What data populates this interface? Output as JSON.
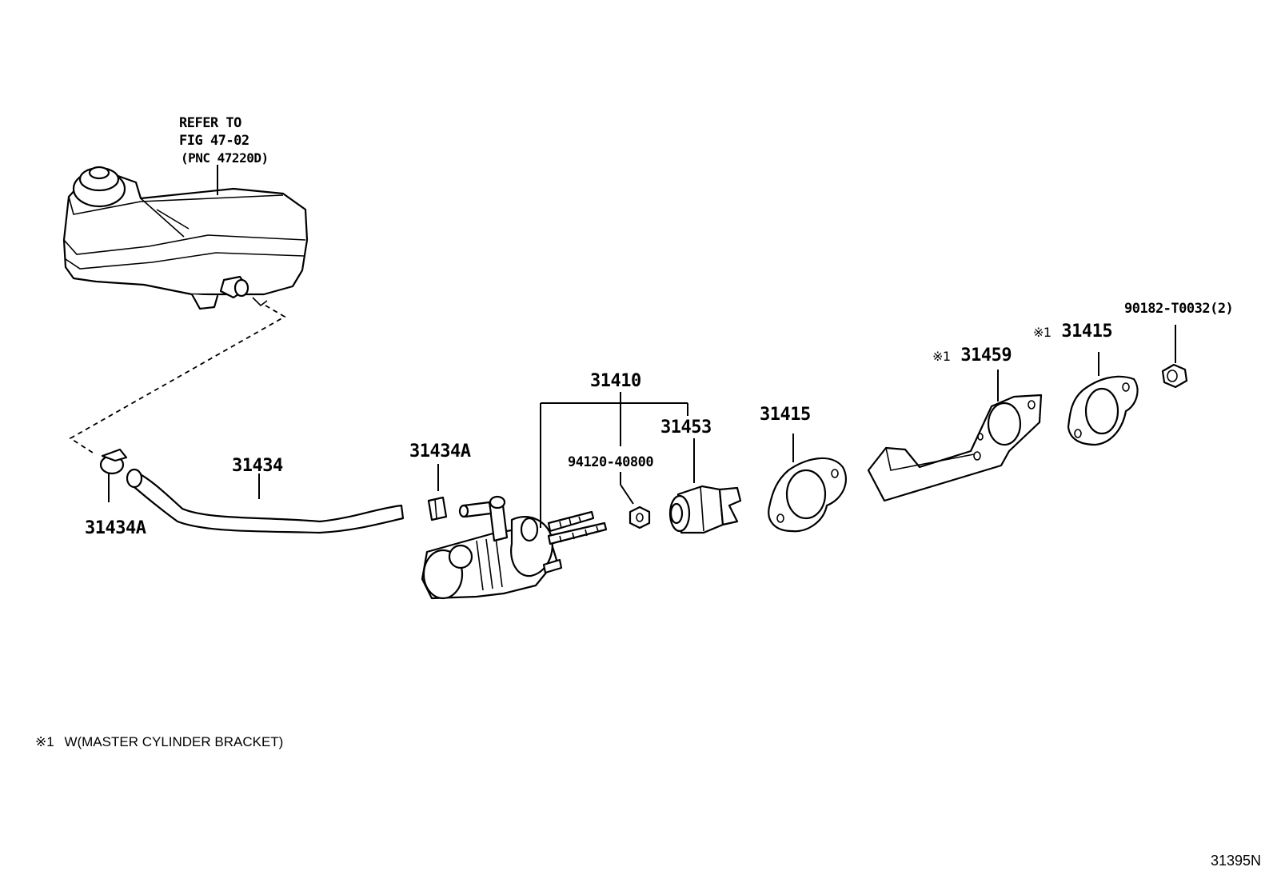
{
  "reservoir_note": {
    "line1": "REFER TO",
    "line2": "FIG 47-02",
    "line3": "(PNC 47220D)"
  },
  "callouts": {
    "clip_upper": "31434A",
    "clip_lower": "31434A",
    "hose": "31434",
    "master_cylinder": "31410",
    "nut": "94120-40800",
    "push_rod": "31453",
    "gasket": "31415",
    "bracket": "31459",
    "gasket_bracket": "31415",
    "bolt": "90182-T0032(2)",
    "mark_bracket": "※1",
    "mark_gasket_bracket": "※1"
  },
  "footnote": {
    "mark": "※1",
    "text": "W(MASTER CYLINDER BRACKET)"
  },
  "figure_id": "31395N",
  "icons": [
    "reservoir-drawing",
    "hose-clip-drawing",
    "hose-drawing",
    "master-cylinder-drawing",
    "nut-drawing",
    "push-rod-drawing",
    "gasket-drawing",
    "bracket-drawing",
    "bolt-drawing"
  ]
}
